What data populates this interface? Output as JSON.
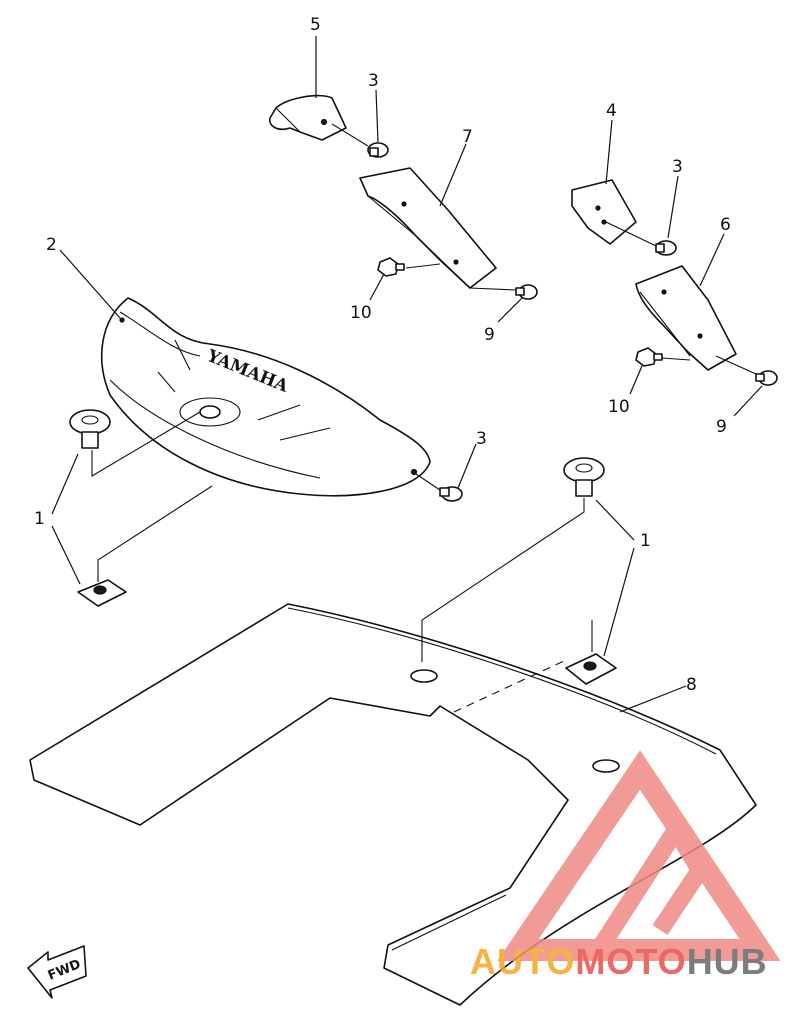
{
  "diagram": {
    "callouts": {
      "c5": "5",
      "c3_top": "3",
      "c7": "7",
      "c4": "4",
      "c3_right": "3",
      "c6": "6",
      "c2": "2",
      "c10_mid": "10",
      "c9_mid": "9",
      "c10_right": "10",
      "c9_right": "9",
      "c3_mid": "3",
      "c1_left": "1",
      "c1_right": "1",
      "c8": "8"
    },
    "cover_emboss": "YAMAHA",
    "fwd_label": "FWD"
  },
  "watermark": {
    "brand_part1": "AUTO",
    "brand_part2": "MOTO",
    "brand_part3": "HUB",
    "colors": {
      "orange": "#f5a623",
      "red": "#e8504a",
      "gray": "#666666",
      "logo": "#f08a84"
    }
  }
}
